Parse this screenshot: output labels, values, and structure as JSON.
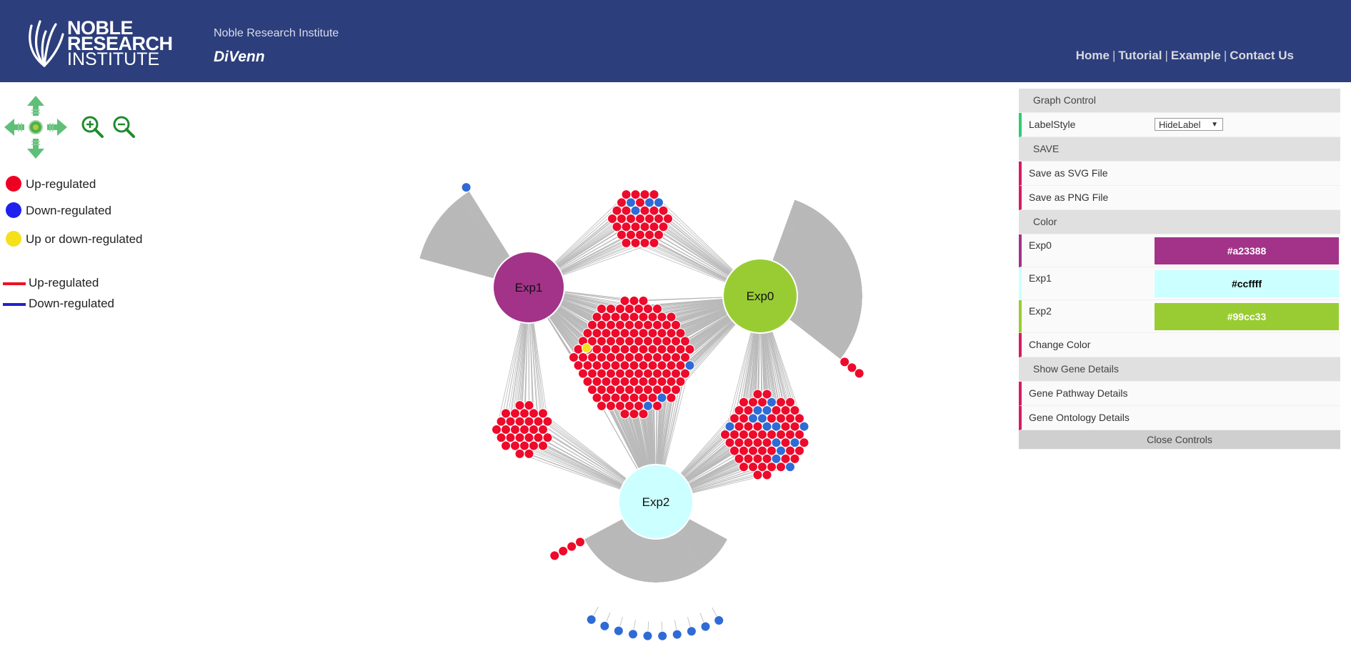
{
  "header": {
    "logo": {
      "line1": "NOBLE",
      "line2": "RESEARCH",
      "line3": "INSTITUTE"
    },
    "org_name": "Noble Research Institute",
    "app_name": "DiVenn",
    "nav": [
      "Home",
      "Tutorial",
      "Example",
      "Contact Us"
    ],
    "nav_separator": "|"
  },
  "tools": {
    "pan": "pan-arrows-icon",
    "zoom_in": "zoom-in-icon",
    "zoom_out": "zoom-out-icon"
  },
  "legend": {
    "nodes": [
      {
        "label": "Up-regulated",
        "color": "#ee0022"
      },
      {
        "label": "Down-regulated",
        "color": "#2020ee"
      },
      {
        "label": "Up or down-regulated",
        "color": "#f4e11a"
      }
    ],
    "edges": [
      {
        "label": "Up-regulated",
        "color": "#ee1122"
      },
      {
        "label": "Down-regulated",
        "color": "#2222cc"
      }
    ]
  },
  "graph": {
    "experiments": [
      {
        "name": "Exp0",
        "color": "#99cc33"
      },
      {
        "name": "Exp1",
        "color": "#a23388"
      },
      {
        "name": "Exp2",
        "color": "#ccffff"
      }
    ],
    "gene_colors": {
      "up": "#ee0a2a",
      "down": "#2e6bd6",
      "either": "#f4e11a"
    }
  },
  "panel": {
    "graph_control": "Graph Control",
    "label_style_label": "LabelStyle",
    "label_style_value": "HideLabel",
    "save_section": "SAVE",
    "save_svg": "Save as SVG File",
    "save_png": "Save as PNG File",
    "color_section": "Color",
    "exp_colors": [
      {
        "label": "Exp0",
        "value": "#a23388",
        "text_color": "#ffffff",
        "accent": "#a23388"
      },
      {
        "label": "Exp1",
        "value": "#ccffff",
        "text_color": "#000000",
        "accent": "#ccffff"
      },
      {
        "label": "Exp2",
        "value": "#99cc33",
        "text_color": "#ffffff",
        "accent": "#99cc33"
      }
    ],
    "change_color": "Change Color",
    "gene_details_section": "Show Gene Details",
    "pathway_details": "Gene Pathway Details",
    "ontology_details": "Gene Ontology Details",
    "close_controls": "Close Controls"
  }
}
